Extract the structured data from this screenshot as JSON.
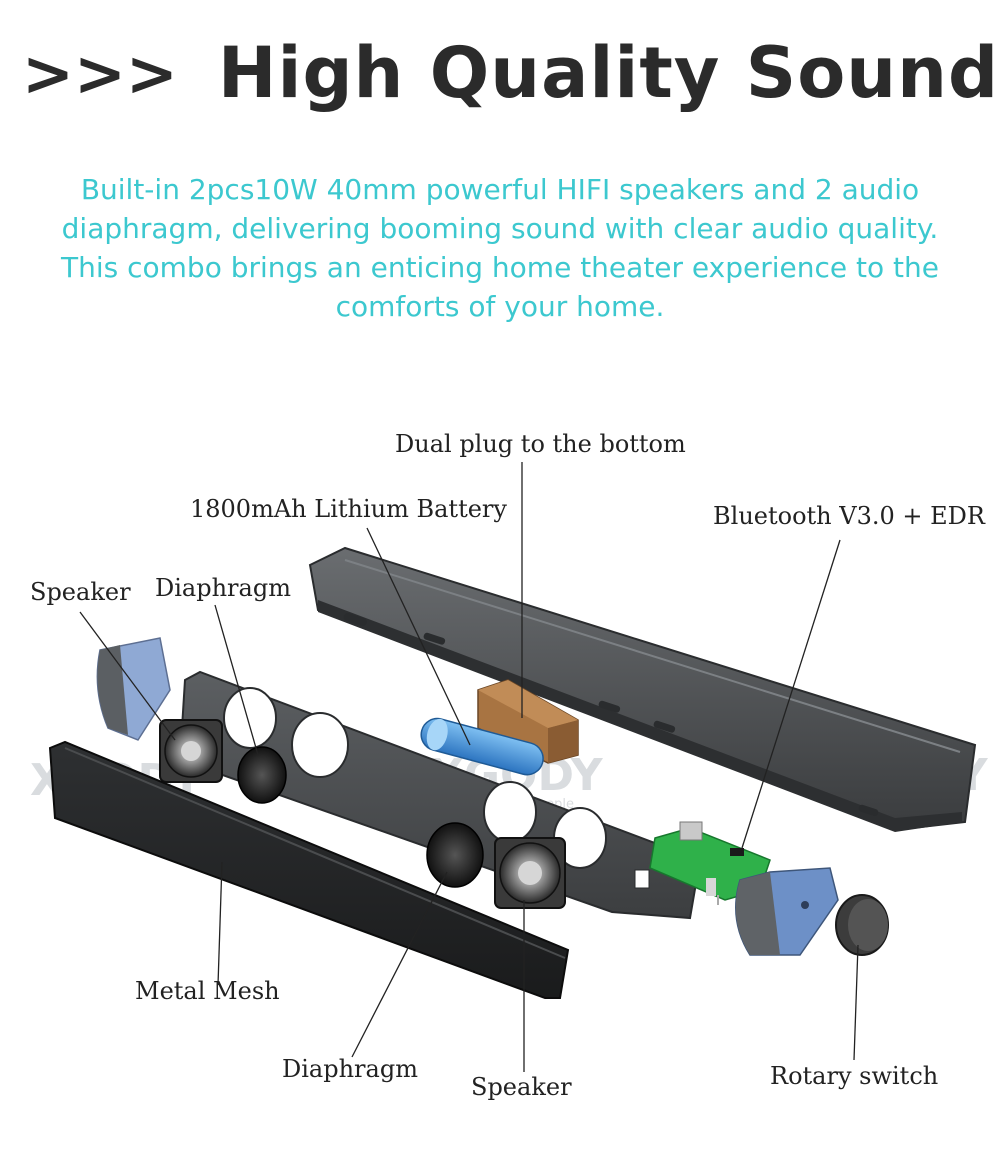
{
  "header": {
    "chevrons": ">>>",
    "title": "High Quality Sound"
  },
  "description": {
    "lines": [
      "Built-in 2pcs10W 40mm powerful HIFI speakers and 2 audio",
      "diaphragm, delivering booming sound with clear audio quality.",
      "This combo brings an enticing home theater experience to the",
      "comforts of your home."
    ]
  },
  "watermark": {
    "brand": "XGODY",
    "tagline": "Linking People"
  },
  "labels": {
    "dual_plug": "Dual plug to the bottom",
    "battery": "1800mAh Lithium Battery",
    "bluetooth": "Bluetooth V3.0 + EDR",
    "speaker_top": "Speaker",
    "diaphragm_top": "Diaphragm",
    "metal_mesh": "Metal Mesh",
    "diaphragm_bottom": "Diaphragm",
    "speaker_bottom": "Speaker",
    "rotary_switch": "Rotary switch"
  },
  "colors": {
    "title": "#2b2b2b",
    "accent_text": "#3cc8cf",
    "housing": "#4a4d4f",
    "battery": "#3f8fd6",
    "circuit_board": "#2fb14a",
    "plug_block": "#a87442",
    "end_cap_blue": "#6d90c7"
  }
}
